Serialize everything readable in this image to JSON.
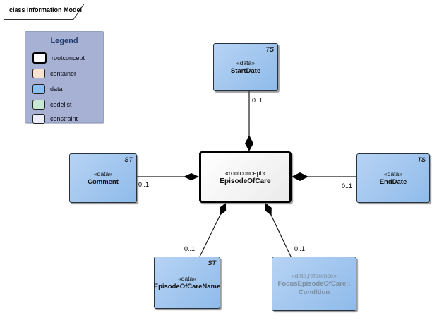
{
  "diagram": {
    "title": "class Information Model"
  },
  "legend": {
    "title": "Legend",
    "items": [
      {
        "label": "rootconcept",
        "color": "#ffffff"
      },
      {
        "label": "container",
        "color": "#f8e3d0"
      },
      {
        "label": "data",
        "color": "#8ac0f2"
      },
      {
        "label": "codelist",
        "color": "#c7e8d3"
      },
      {
        "label": "constraint",
        "color": "#edeffa"
      }
    ]
  },
  "nodes": {
    "start_date": {
      "stereotype": "«data»",
      "name": "StartDate",
      "type": "TS"
    },
    "comment": {
      "stereotype": "«data»",
      "name": "Comment",
      "type": "ST"
    },
    "end_date": {
      "stereotype": "«data»",
      "name": "EndDate",
      "type": "TS"
    },
    "episode_of_care": {
      "stereotype": "«rootconcept»",
      "name": "EpisodeOfCare"
    },
    "episode_of_care_name": {
      "stereotype": "«data»",
      "name": "EpisodeOfCareName",
      "type": "ST"
    },
    "condition": {
      "stereotype": "«data,reference»",
      "name_line1": "FocusEpisodeOfCare::",
      "name_line2": "Condition"
    }
  },
  "connectors": {
    "start_date": {
      "multiplicity": "0..1"
    },
    "comment": {
      "multiplicity": "0..1"
    },
    "end_date": {
      "multiplicity": "0..1"
    },
    "episode_of_care_name": {
      "multiplicity": "0..1"
    },
    "condition": {
      "multiplicity": "0..1"
    }
  },
  "colors": {
    "data_fill_light": "#b7d3f4",
    "data_fill_dark": "#8fbbea",
    "rootconcept_fill": "#ffffff",
    "legend_background": "#a6b1d3",
    "reference_text": "#7d8e9e"
  }
}
